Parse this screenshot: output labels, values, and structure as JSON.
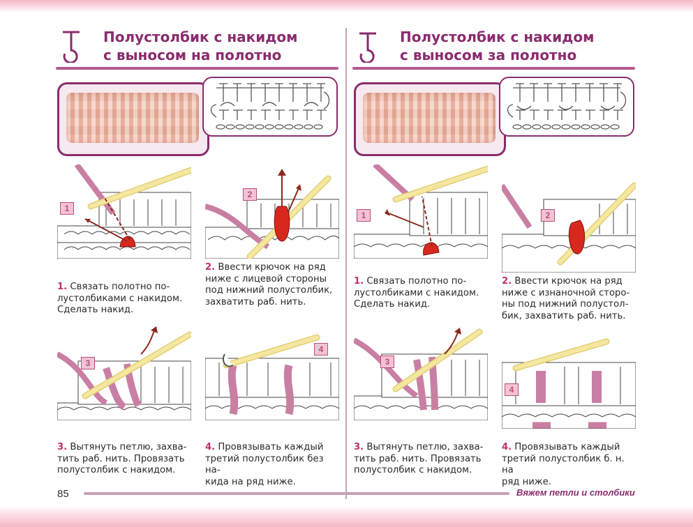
{
  "left": {
    "title_line1": "Полустолбик с накидом",
    "title_line2": "с выносом на полотно",
    "steps": [
      {
        "num": "1",
        "n": "1.",
        "text": [
          "Связать полотно по-",
          "лустолбиками с накидом.",
          "Сделать накид."
        ]
      },
      {
        "num": "2",
        "n": "2.",
        "text": [
          "Ввести крючок на ряд",
          "ниже с лицевой стороны",
          "под нижний полустолбик,",
          "захватить раб. нить."
        ]
      },
      {
        "num": "3",
        "n": "3.",
        "text": [
          "Вытянуть петлю, захва-",
          "тить раб. нить. Провязать",
          "полустолбик с накидом."
        ]
      },
      {
        "num": "4",
        "n": "4.",
        "text": [
          "Провязывать каждый",
          "третий полустолбик без на-",
          "кида на ряд ниже."
        ]
      }
    ]
  },
  "right": {
    "title_line1": "Полустолбик с накидом",
    "title_line2": "с выносом за полотно",
    "steps": [
      {
        "num": "1",
        "n": "1.",
        "text": [
          "Связать полотно по-",
          "лустолбиками с накидом.",
          "Сделать накид."
        ]
      },
      {
        "num": "2",
        "n": "2.",
        "text": [
          "Ввести крючок на ряд",
          "ниже с изнаночной сторо-",
          "ны под нижний полустол-",
          "бик, захватить раб. нить."
        ]
      },
      {
        "num": "3",
        "n": "3.",
        "text": [
          "Вытянуть петлю, захва-",
          "тить раб. нить. Провязать",
          "полустолбик с накидом."
        ]
      },
      {
        "num": "4",
        "n": "4.",
        "text": [
          "Провязывать каждый",
          "третий полустолбик б. н. на",
          "ряд ниже."
        ]
      }
    ]
  },
  "footer": {
    "page_number": "85",
    "section_title": "Вяжем петли и столбики"
  },
  "colors": {
    "accent": "#8a2c6e",
    "rule": "#b15b8e",
    "yarn_pink": "#c97fa3",
    "yarn_red": "#d8281e",
    "hook_yellow": "#f5e7a0"
  }
}
